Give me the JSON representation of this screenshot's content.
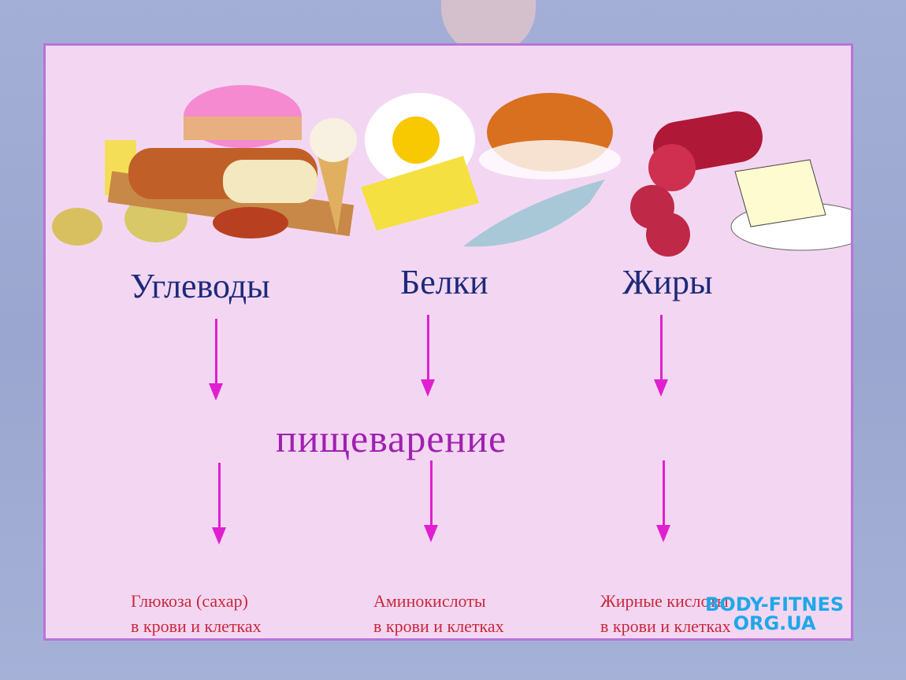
{
  "columns": [
    {
      "title": "Углеводы",
      "result_line1": "Глюкоза (сахар)",
      "result_line2": "в крови и клетках"
    },
    {
      "title": "Белки",
      "result_line1": "Аминокислоты",
      "result_line2": "в крови и клетках"
    },
    {
      "title": "Жиры",
      "result_line1": "Жирные кислоты",
      "result_line2": "в крови и клетках"
    }
  ],
  "process": "пищеварение",
  "watermark": {
    "line1": "BODY-FITNES",
    "line2": "ORG.UA"
  },
  "colors": {
    "panel": "#f3d7f2",
    "border": "#b874d8",
    "title": "#1d2a7a",
    "arrow": "#e020d0",
    "process": "#a020b0",
    "result": "#c8283c"
  }
}
